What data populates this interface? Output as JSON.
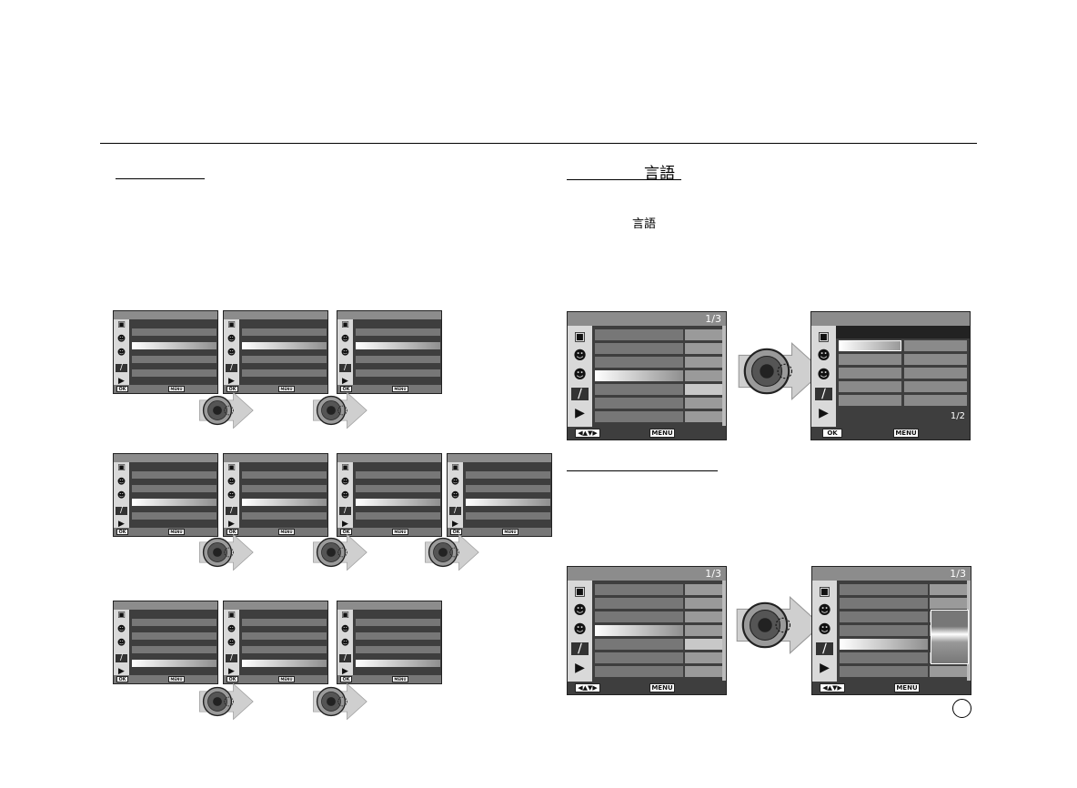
{
  "page": {
    "right_heading": "言語",
    "right_inline_text": "言語"
  },
  "screen": {
    "page_indicator": "1/3",
    "page_indicator_alt": "1/2",
    "ok_label": "OK",
    "menu_label": "MENU"
  },
  "icons": {
    "camera": "camera-icon",
    "user1": "user-1-icon",
    "user2": "user-2-icon",
    "wrench": "wrench-icon",
    "play": "play-icon",
    "controller": "ok-dial-icon"
  }
}
